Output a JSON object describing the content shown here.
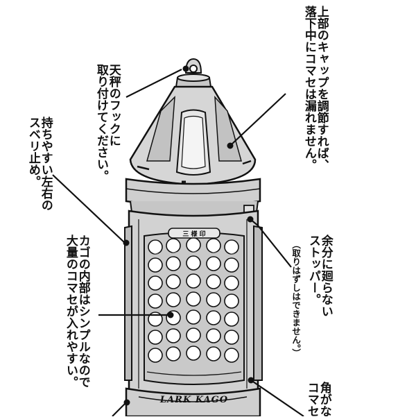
{
  "annotations": {
    "cap_adjust": [
      "上部のキャップを調節すれば、",
      "落下中にコマセは漏れません。"
    ],
    "hook": [
      "天秤のフックに",
      "取り付けてください。"
    ],
    "grip": [
      "持ちやすい左右の",
      "スベリ止め。"
    ],
    "stopper": [
      "余分に廻らない",
      "ストッパー。"
    ],
    "stopper_note": "（取りはずしはできません。）",
    "interior": [
      "カゴの内部はシンプルなので",
      "大量のコマセが入れやすい。"
    ],
    "corner": [
      "角がな",
      "コマセ"
    ]
  },
  "product": {
    "label_plate": "三 様 印",
    "brand": "LARK KAGO"
  },
  "colors": {
    "body_fill": "#d4d4d4",
    "body_dark": "#a9a9a9",
    "hole_fill": "#ffffff",
    "line": "#111111"
  }
}
